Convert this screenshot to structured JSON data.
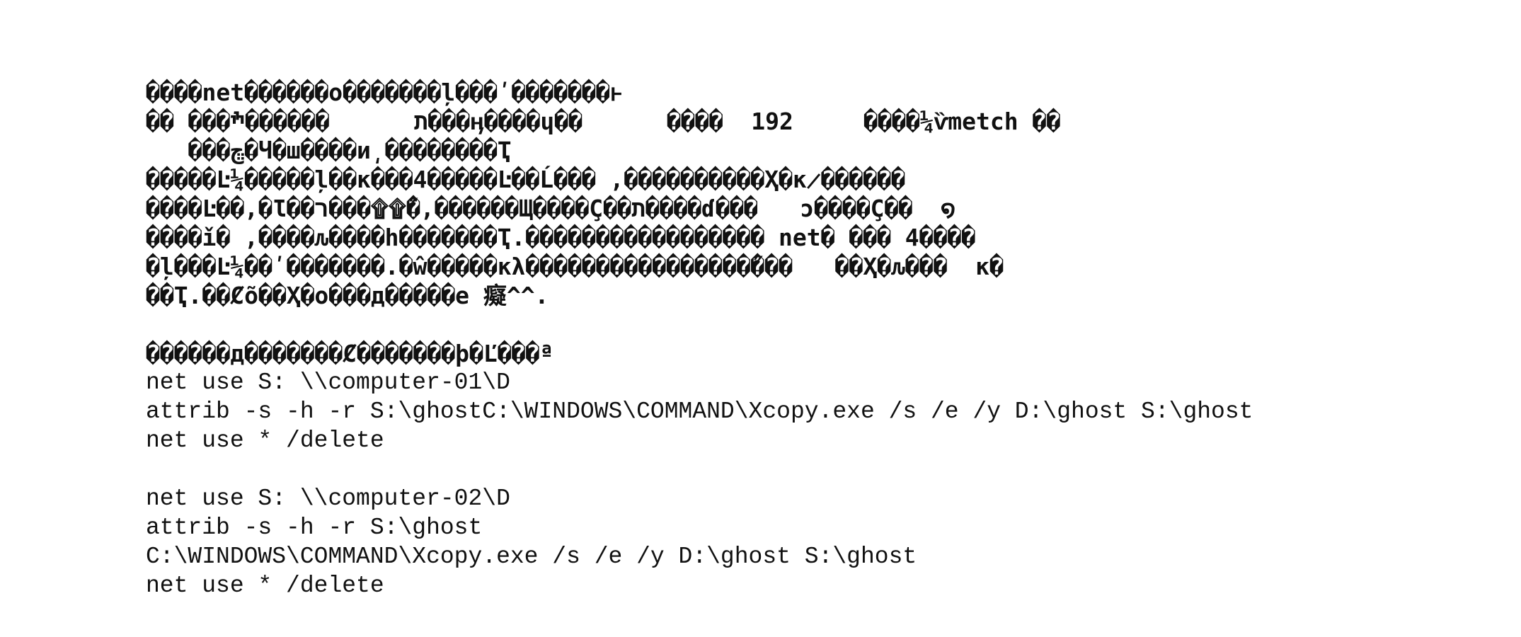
{
  "paragraph": [
    "����net������o�������ļ���ʹ�������ͱ",
    "�� ���ת      ������ׯ���ӊ����ɥ��      ����  192     ����¼ѷmetch ��",
    "   ���ڇ�Ч�ш����и͵��������Ҭ",
    "�����Ŀ¼�����ļ��к���4�����Ŀ��Ĺ��� ,����������Ҳ�к̷������",
    "����Ŀ��,�Ɩ��ר���۩۩�̈́,������Щ����Ç��ת����ɗ���   ɔ����Ç��  ໑",
    "����ǐ� ,����ԉ����h�������Ҭ.����������������� net� ��� 4����",
    "�ļ���Ŀ¼��ʹ�������.�ŵ�����κλ����������������̋���   ��Ҳ�ԉ���  κ�",
    "��Ҭ.��Ȼõ��Ҳ�o���д�����e 癡^^."
  ],
  "heading": "������д�������Ȼ�������þ�Ľ���ª",
  "block1": [
    "net use S: \\\\computer-01\\D",
    "attrib -s -h -r S:\\ghostC:\\WINDOWS\\COMMAND\\Xcopy.exe /s /e /y D:\\ghost S:\\ghost",
    "net use * /delete"
  ],
  "block2": [
    "net use S: \\\\computer-02\\D",
    "attrib -s -h -r S:\\ghost",
    "C:\\WINDOWS\\COMMAND\\Xcopy.exe /s /e /y D:\\ghost S:\\ghost",
    "net use * /delete"
  ]
}
